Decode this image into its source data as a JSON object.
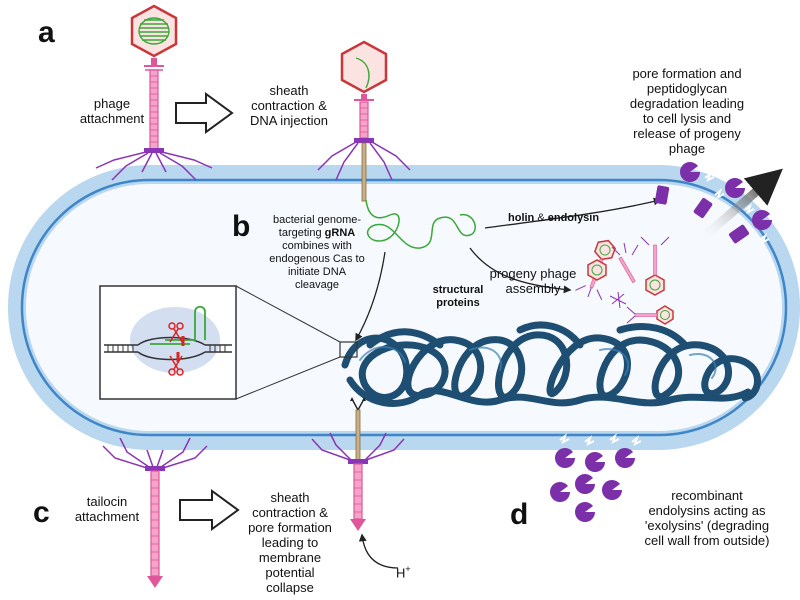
{
  "panels": {
    "a": "a",
    "b": "b",
    "c": "c",
    "d": "d"
  },
  "labels": {
    "phage_attachment": [
      "phage",
      "attachment"
    ],
    "sheath_dna": [
      "sheath",
      "contraction &",
      "DNA injection"
    ],
    "pore_lysis": [
      "pore formation and",
      "peptidoglycan",
      "degradation leading",
      "to cell lysis and",
      "release of progeny",
      "phage"
    ],
    "holin_endolysin_1": "holin",
    "holin_endolysin_2": " & ",
    "holin_endolysin_3": "endolysin",
    "grna": [
      "bacterial genome-",
      "targeting ",
      "gRNA",
      "combines with",
      "endogenous Cas to",
      "initiate DNA",
      "cleavage"
    ],
    "structural_proteins": [
      "structural",
      "proteins"
    ],
    "progeny_assembly": [
      "progeny phage",
      "assembly"
    ],
    "tailocin_attachment": [
      "tailocin",
      "attachment"
    ],
    "sheath_pore": [
      "sheath",
      "contraction &",
      "pore formation",
      "leading to",
      "membrane",
      "potential",
      "collapse"
    ],
    "proton": "H",
    "proton_sup": "+",
    "exolysins": [
      "recombinant",
      "endolysins acting as",
      "'exolysins' (degrading",
      "cell wall from outside)"
    ]
  },
  "colors": {
    "cell_wall": "#b9d7ee",
    "cell_inner": "#f3f8fd",
    "membrane": "#3f86c8",
    "capsid_fill": "#fbe3e2",
    "capsid_stroke": "#c9373a",
    "dna_green": "#3aa83a",
    "tail_pink": "#e0569a",
    "leg_purple": "#8a35b5",
    "enzyme_purple": "#7b2fa8",
    "chromosome": "#1f4e73",
    "arrow": "#222222"
  }
}
